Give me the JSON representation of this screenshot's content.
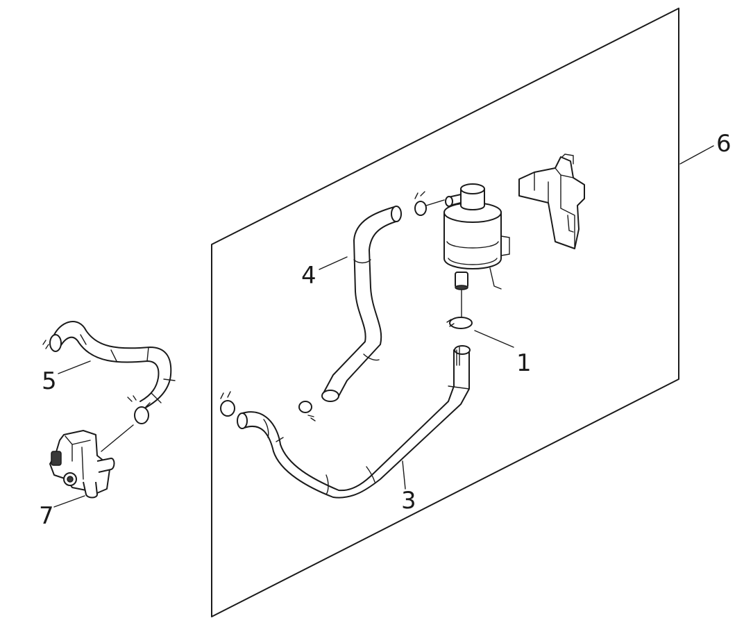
{
  "callouts": {
    "c1": "1",
    "c3": "3",
    "c4": "4",
    "c5": "5",
    "c6": "6",
    "c7": "7"
  },
  "colors": {
    "line": "#1a1a1a",
    "background": "#ffffff"
  }
}
